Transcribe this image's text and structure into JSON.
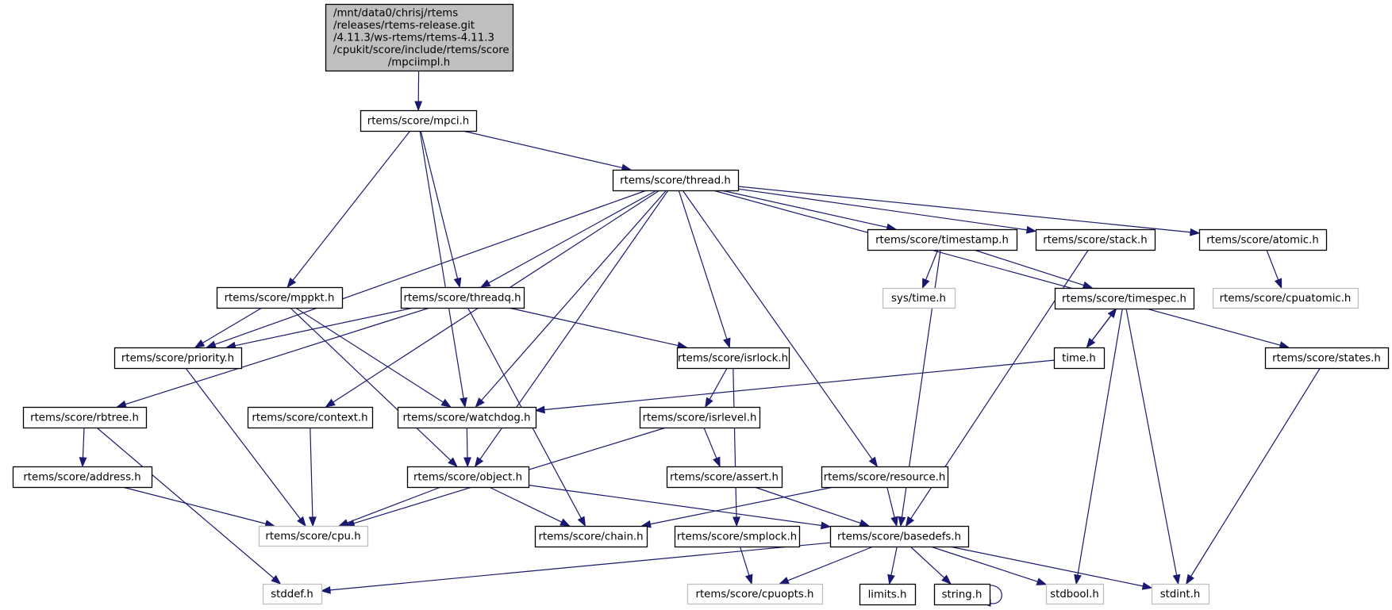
{
  "diagram": {
    "type": "include-dependency-graph",
    "root": "n0",
    "nodes": [
      {
        "id": "n0",
        "lines": [
          "/mnt/data0/chrisj/rtems",
          "/releases/rtems-release.git",
          "/4.11.3/ws-rtems/rtems-4.11.3",
          "/cpukit/score/include/rtems/score",
          "/mpciimpl.h"
        ],
        "kind": "root"
      },
      {
        "id": "mpci",
        "lines": [
          "rtems/score/mpci.h"
        ],
        "kind": "normal"
      },
      {
        "id": "thread",
        "lines": [
          "rtems/score/thread.h"
        ],
        "kind": "normal"
      },
      {
        "id": "mppkt",
        "lines": [
          "rtems/score/mppkt.h"
        ],
        "kind": "normal"
      },
      {
        "id": "threadq",
        "lines": [
          "rtems/score/threadq.h"
        ],
        "kind": "normal"
      },
      {
        "id": "timestamp",
        "lines": [
          "rtems/score/timestamp.h"
        ],
        "kind": "normal"
      },
      {
        "id": "stack",
        "lines": [
          "rtems/score/stack.h"
        ],
        "kind": "normal"
      },
      {
        "id": "atomic",
        "lines": [
          "rtems/score/atomic.h"
        ],
        "kind": "normal"
      },
      {
        "id": "systime",
        "lines": [
          "sys/time.h"
        ],
        "kind": "external"
      },
      {
        "id": "timespec",
        "lines": [
          "rtems/score/timespec.h"
        ],
        "kind": "normal"
      },
      {
        "id": "cpuatomic",
        "lines": [
          "rtems/score/cpuatomic.h"
        ],
        "kind": "external"
      },
      {
        "id": "priority",
        "lines": [
          "rtems/score/priority.h"
        ],
        "kind": "normal"
      },
      {
        "id": "isrlock",
        "lines": [
          "rtems/score/isrlock.h"
        ],
        "kind": "normal"
      },
      {
        "id": "timeh",
        "lines": [
          "time.h"
        ],
        "kind": "normal"
      },
      {
        "id": "states",
        "lines": [
          "rtems/score/states.h"
        ],
        "kind": "normal"
      },
      {
        "id": "rbtree",
        "lines": [
          "rtems/score/rbtree.h"
        ],
        "kind": "normal"
      },
      {
        "id": "context",
        "lines": [
          "rtems/score/context.h"
        ],
        "kind": "normal"
      },
      {
        "id": "watchdog",
        "lines": [
          "rtems/score/watchdog.h"
        ],
        "kind": "normal"
      },
      {
        "id": "isrlevel",
        "lines": [
          "rtems/score/isrlevel.h"
        ],
        "kind": "normal"
      },
      {
        "id": "address",
        "lines": [
          "rtems/score/address.h"
        ],
        "kind": "normal"
      },
      {
        "id": "object",
        "lines": [
          "rtems/score/object.h"
        ],
        "kind": "normal"
      },
      {
        "id": "assert",
        "lines": [
          "rtems/score/assert.h"
        ],
        "kind": "normal"
      },
      {
        "id": "resource",
        "lines": [
          "rtems/score/resource.h"
        ],
        "kind": "normal"
      },
      {
        "id": "cpu",
        "lines": [
          "rtems/score/cpu.h"
        ],
        "kind": "external"
      },
      {
        "id": "chain",
        "lines": [
          "rtems/score/chain.h"
        ],
        "kind": "normal"
      },
      {
        "id": "smplock",
        "lines": [
          "rtems/score/smplock.h"
        ],
        "kind": "normal"
      },
      {
        "id": "basedefs",
        "lines": [
          "rtems/score/basedefs.h"
        ],
        "kind": "normal"
      },
      {
        "id": "stddef",
        "lines": [
          "stddef.h"
        ],
        "kind": "external"
      },
      {
        "id": "cpuopts",
        "lines": [
          "rtems/score/cpuopts.h"
        ],
        "kind": "external"
      },
      {
        "id": "limits",
        "lines": [
          "limits.h"
        ],
        "kind": "normal"
      },
      {
        "id": "string",
        "lines": [
          "string.h"
        ],
        "kind": "normal"
      },
      {
        "id": "stdbool",
        "lines": [
          "stdbool.h"
        ],
        "kind": "external"
      },
      {
        "id": "stdint",
        "lines": [
          "stdint.h"
        ],
        "kind": "external"
      }
    ],
    "edges": [
      [
        "n0",
        "mpci"
      ],
      [
        "mpci",
        "thread"
      ],
      [
        "mpci",
        "mppkt"
      ],
      [
        "mpci",
        "threadq"
      ],
      [
        "mpci",
        "watchdog"
      ],
      [
        "thread",
        "timestamp"
      ],
      [
        "thread",
        "stack"
      ],
      [
        "thread",
        "atomic"
      ],
      [
        "thread",
        "states"
      ],
      [
        "thread",
        "priority"
      ],
      [
        "thread",
        "threadq"
      ],
      [
        "thread",
        "context"
      ],
      [
        "thread",
        "watchdog"
      ],
      [
        "thread",
        "object"
      ],
      [
        "thread",
        "isrlock"
      ],
      [
        "thread",
        "resource"
      ],
      [
        "mppkt",
        "priority"
      ],
      [
        "mppkt",
        "watchdog"
      ],
      [
        "mppkt",
        "object"
      ],
      [
        "threadq",
        "priority"
      ],
      [
        "threadq",
        "rbtree"
      ],
      [
        "threadq",
        "isrlock"
      ],
      [
        "threadq",
        "chain"
      ],
      [
        "timestamp",
        "systime"
      ],
      [
        "timestamp",
        "timespec"
      ],
      [
        "timestamp",
        "basedefs"
      ],
      [
        "stack",
        "basedefs"
      ],
      [
        "atomic",
        "cpuatomic"
      ],
      [
        "timespec",
        "timeh"
      ],
      [
        "timespec",
        "stdbool"
      ],
      [
        "timespec",
        "stdint"
      ],
      [
        "timeh",
        "timespec"
      ],
      [
        "timeh",
        "watchdog"
      ],
      [
        "states",
        "stdint"
      ],
      [
        "priority",
        "cpu"
      ],
      [
        "isrlock",
        "isrlevel"
      ],
      [
        "isrlock",
        "smplock"
      ],
      [
        "rbtree",
        "address"
      ],
      [
        "rbtree",
        "stddef"
      ],
      [
        "context",
        "cpu"
      ],
      [
        "watchdog",
        "object"
      ],
      [
        "isrlevel",
        "assert"
      ],
      [
        "isrlevel",
        "cpu"
      ],
      [
        "address",
        "cpu"
      ],
      [
        "object",
        "cpu"
      ],
      [
        "object",
        "chain"
      ],
      [
        "object",
        "basedefs"
      ],
      [
        "assert",
        "basedefs"
      ],
      [
        "resource",
        "chain"
      ],
      [
        "resource",
        "basedefs"
      ],
      [
        "smplock",
        "cpuopts"
      ],
      [
        "basedefs",
        "stddef"
      ],
      [
        "basedefs",
        "cpuopts"
      ],
      [
        "basedefs",
        "limits"
      ],
      [
        "basedefs",
        "string"
      ],
      [
        "basedefs",
        "stdbool"
      ],
      [
        "basedefs",
        "stdint"
      ],
      [
        "string",
        "string"
      ]
    ]
  },
  "colors": {
    "edge": "#191970",
    "root_fill": "#bfbfbf",
    "node_border": "#000000",
    "external_border": "#bfbfbf"
  }
}
